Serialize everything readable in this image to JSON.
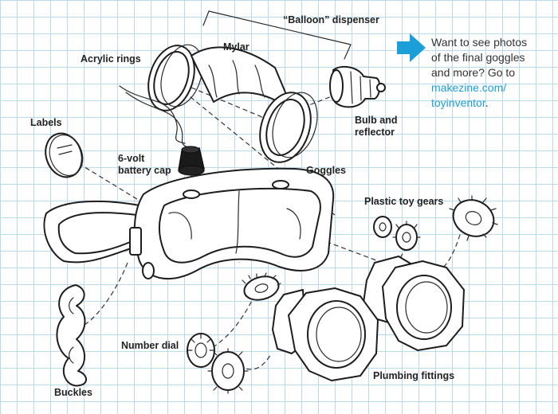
{
  "labels": {
    "balloon_dispenser": "“Balloon” dispenser",
    "mylar": "Mylar",
    "acrylic_rings": "Acrylic rings",
    "labels": "Labels",
    "bulb_reflector_1": "Bulb and",
    "bulb_reflector_2": "reflector",
    "battery_cap_1": "6-volt",
    "battery_cap_2": "battery cap",
    "goggles": "Goggles",
    "plastic_toy_gears": "Plastic toy gears",
    "number_dial": "Number dial",
    "buckles": "Buckles",
    "plumbing_fittings": "Plumbing fittings"
  },
  "note": {
    "line1": "Want to see photos",
    "line2": "of the final goggles",
    "line3": "and more? Go to",
    "link1": "makezine.com/",
    "link2": "toyinventor",
    "period": "."
  },
  "colors": {
    "grid": "#b9d9ee",
    "arrow": "#1a9fd9",
    "link": "#1a9fd9",
    "ink": "#1d1d1d"
  }
}
